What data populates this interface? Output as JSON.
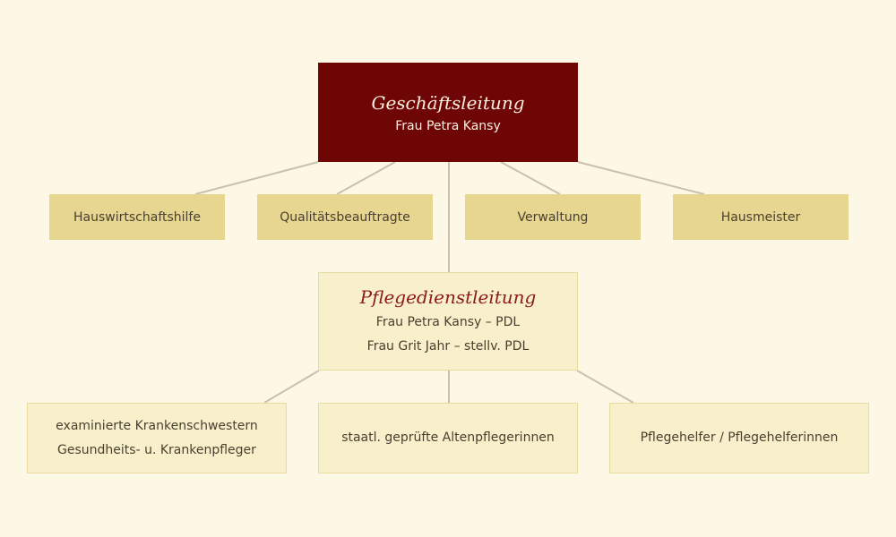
{
  "colors": {
    "background": "#fdf8e5",
    "management": "#6f0606",
    "department": "#e6d690",
    "nursing": "#f8efcb",
    "connector": "#c9c1ab"
  },
  "management": {
    "title": "Geschäftsleitung",
    "name": "Frau Petra Kansy"
  },
  "departments": [
    "Hauswirtschaftshilfe",
    "Qualitätsbeauftragte",
    "Verwaltung",
    "Hausmeister"
  ],
  "nursing_lead": {
    "title": "Pflegedienstleitung",
    "lines": [
      "Frau Petra Kansy – PDL",
      "Frau Grit Jahr – stellv. PDL"
    ]
  },
  "staff": [
    {
      "lines": [
        "examinierte Krankenschwestern",
        "Gesundheits- u. Krankenpfleger"
      ]
    },
    {
      "lines": [
        "staatl. geprüfte Altenpflegerinnen"
      ]
    },
    {
      "lines": [
        "Pflegehelfer / Pflegehelferinnen"
      ]
    }
  ]
}
